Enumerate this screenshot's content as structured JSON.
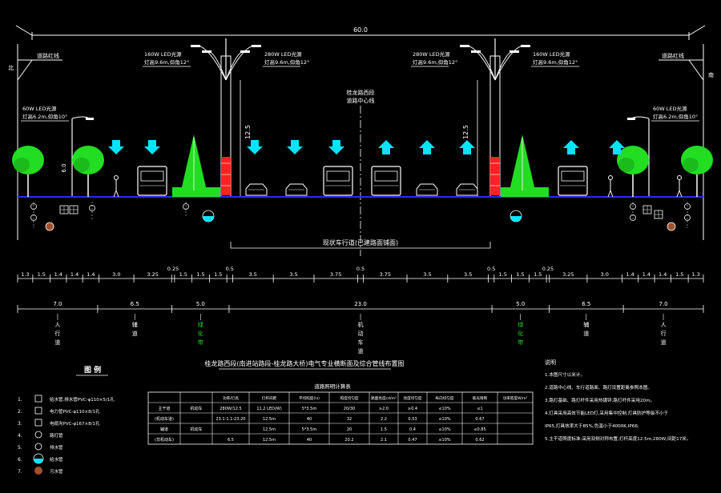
{
  "section": {
    "total_width": "60.0",
    "left_red_line": "道路红线",
    "right_red_line": "道路红线",
    "north_left": "北",
    "north_right": "南",
    "center_line_label": [
      "桂龙路西段",
      "道路中心线"
    ],
    "lamp_160": [
      "160W LED光源",
      "灯高9.6m,仰角12°"
    ],
    "lamp_280": [
      "280W LED光源",
      "灯高9.6m,仰角12°"
    ],
    "lamp_60": [
      "60W LED光源",
      "灯高6.2m,仰角10°"
    ],
    "pole_height_left": "12.5",
    "pole_height_right": "12.5",
    "small_pole_height": "6.0",
    "roadway_note": "现状车行道(已建路面铺面)"
  },
  "dims_row1": [
    "1.3",
    "1.5",
    "1.4",
    "1.4",
    "1.4",
    "3.0",
    "3.25",
    "0.25",
    "1.5",
    "1.5",
    "1.5",
    "0.5",
    "3.5",
    "3.5",
    "3.75",
    "0.5",
    "3.75",
    "3.5",
    "3.5",
    "0.5",
    "1.5",
    "1.5",
    "1.5",
    "0.25",
    "3.25",
    "3.0",
    "1.4",
    "1.4",
    "1.4",
    "1.5",
    "1.3"
  ],
  "dims_row1_above": [
    "0.25",
    "0.5",
    "0.5",
    "0.25"
  ],
  "dims_row2": [
    "7.0",
    "6.5",
    "5.0",
    "23.0",
    "5.0",
    "6.5",
    "7.0"
  ],
  "zones": [
    "人行道",
    "辅道",
    "绿化带",
    "机动车道",
    "绿化带",
    "辅道",
    "人行道"
  ],
  "legend": {
    "title": "图 例",
    "items": [
      {
        "num": "1.",
        "text": "给水管,排水管PVC-φ110×5/1孔"
      },
      {
        "num": "2.",
        "text": "电力管PVC-φ110×8/1孔"
      },
      {
        "num": "3.",
        "text": "电缆沟PVC-φ167×8/1孔"
      },
      {
        "num": "4.",
        "text": "路灯管"
      },
      {
        "num": "5.",
        "text": "排水管"
      },
      {
        "num": "6.",
        "text": "给水管"
      },
      {
        "num": "7.",
        "text": "污水管"
      }
    ]
  },
  "table": {
    "title": "桂龙路西段(南进站路段-桂龙路大桥)电气专业横断面及综合管线布置图",
    "subtitle": "道路照明计算表",
    "headers": [
      "",
      "",
      "功率/灯高",
      "灯杆间距",
      "平均照度(lx)",
      "照度均匀度",
      "路面亮度cd/m²",
      "亮度均匀度",
      "纵向均匀度",
      "眩光限制",
      "功率密度W/m²"
    ],
    "rows": [
      [
        "主干道",
        "机动车",
        "280W/12.5",
        "11.2 LED(W)",
        "5*3.5m",
        "20/30",
        "≥2.0",
        "≥0.4",
        "≤10%",
        "≤1"
      ],
      [
        "(机动车道)",
        "",
        "23.1-1.1-23.20",
        "12.5m",
        "40",
        "32",
        "2.2",
        "0.53",
        "≤10%",
        "0.67"
      ],
      [
        "辅道",
        "机动车",
        "",
        "12.5m",
        "5*3.5m",
        "20",
        "1.5",
        "0.4",
        "≤10%",
        "≤0.85"
      ],
      [
        "(非机动车)",
        "",
        "6.5",
        "12.5m",
        "40",
        "20.2",
        "2.1",
        "0.47",
        "≤10%",
        "0.62"
      ]
    ]
  },
  "notes": {
    "title": "说明",
    "lines": [
      "1.本图尺寸以米计。",
      "2.道路中心线、车行道路面、路灯设置距离参照本图。",
      "3.路灯基础、路灯杆件采用热镀锌,路灯杆件采用20m。",
      "4.灯具采用高效节能LED灯,采用集中控制,灯具防护等级不小于",
      "   IP65,灯具效率大于85%,色温小于4000K,IP66;",
      "5.主干道照度标准:采用双侧对称布置,灯杆高度12.5m,280W,间距17米。"
    ]
  },
  "colors": {
    "cyan": "#00e5ff",
    "green": "#22dd22",
    "red": "#ff2222",
    "blue": "#2a2aff"
  }
}
